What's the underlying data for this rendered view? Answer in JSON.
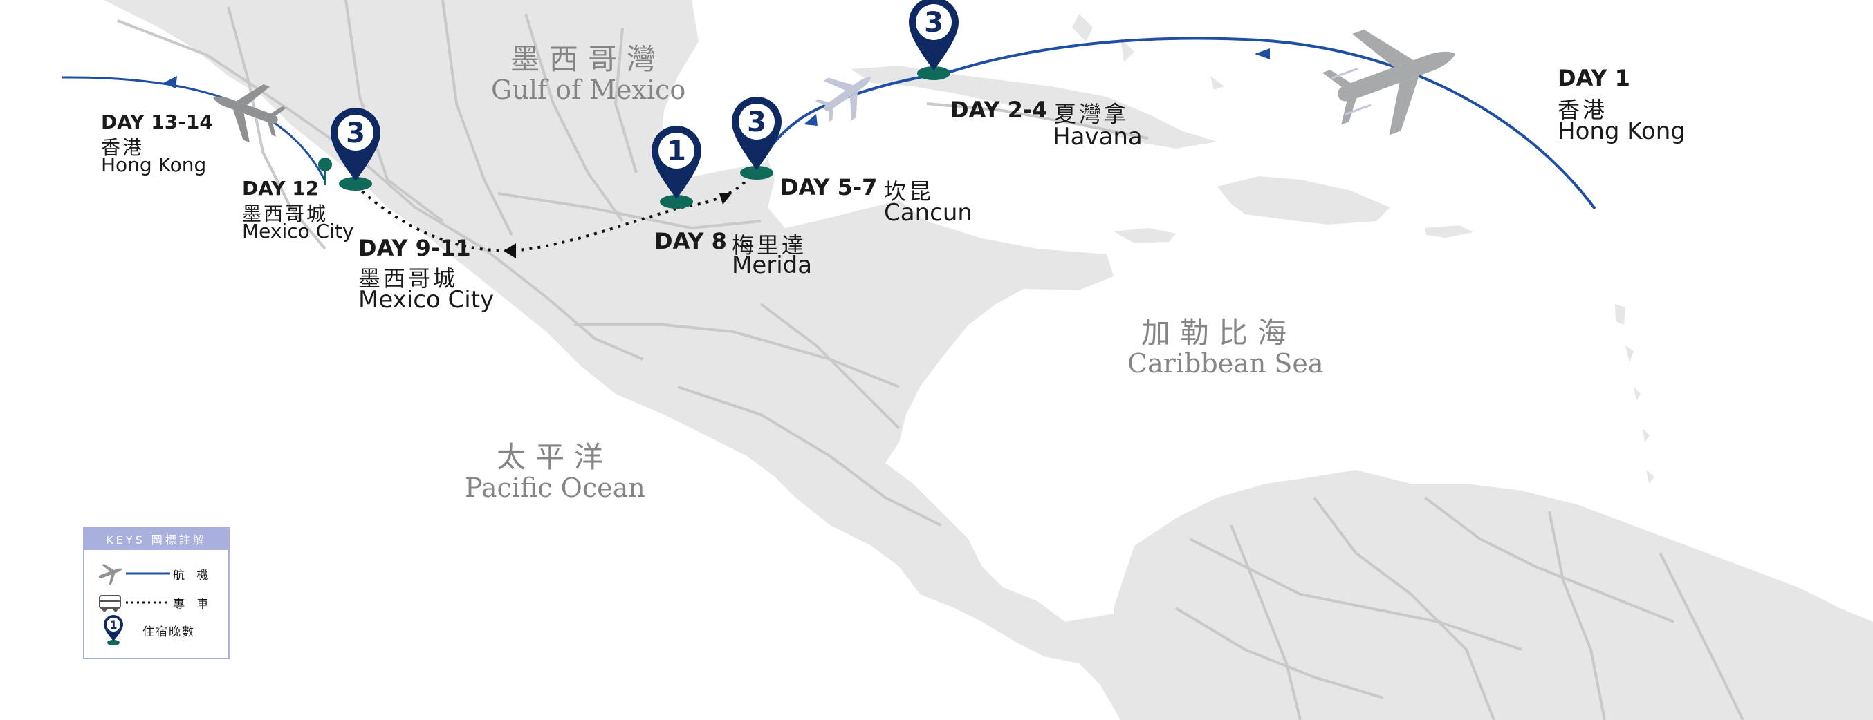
{
  "seas": {
    "gulf_zh": "墨西哥灣",
    "gulf_en": "Gulf of Mexico",
    "caribbean_zh": "加勒比海",
    "caribbean_en": "Caribbean Sea",
    "pacific_zh": "太平洋",
    "pacific_en": "Pacific Ocean"
  },
  "stops": {
    "hongkong_start": {
      "day": "DAY 1",
      "zh": "香港",
      "en": "Hong Kong"
    },
    "havana": {
      "day": "DAY 2-4",
      "zh": "夏灣拿",
      "en": "Havana",
      "nights": "3"
    },
    "cancun": {
      "day": "DAY 5-7",
      "zh": "坎昆",
      "en": "Cancun",
      "nights": "3"
    },
    "merida": {
      "day": "DAY 8",
      "zh": "梅里達",
      "en": "Merida",
      "nights": "1"
    },
    "mexico_city_a": {
      "day": "DAY 9-11",
      "zh": "墨西哥城",
      "en": "Mexico City",
      "nights": "3"
    },
    "mexico_city_b": {
      "day": "DAY 12",
      "zh": "墨西哥城",
      "en": "Mexico City"
    },
    "hongkong_end": {
      "day": "DAY 13-14",
      "zh": "香港",
      "en": "Hong Kong"
    }
  },
  "legend": {
    "title": "KEYS 圖標註解",
    "flight": "航 機",
    "coach": "專 車",
    "nights": "住宿晚數",
    "nights_sample": "1"
  },
  "colors": {
    "flight_line": "#1f4fa3",
    "pin_fill": "#0f2a63",
    "pin_base": "#0f6a5a",
    "land": "#e6e6e6",
    "roads": "#c9c9c9",
    "plane_dark": "#a7a9ab",
    "plane_light": "#c2c6d6",
    "legend_accent": "#a9b0de"
  }
}
